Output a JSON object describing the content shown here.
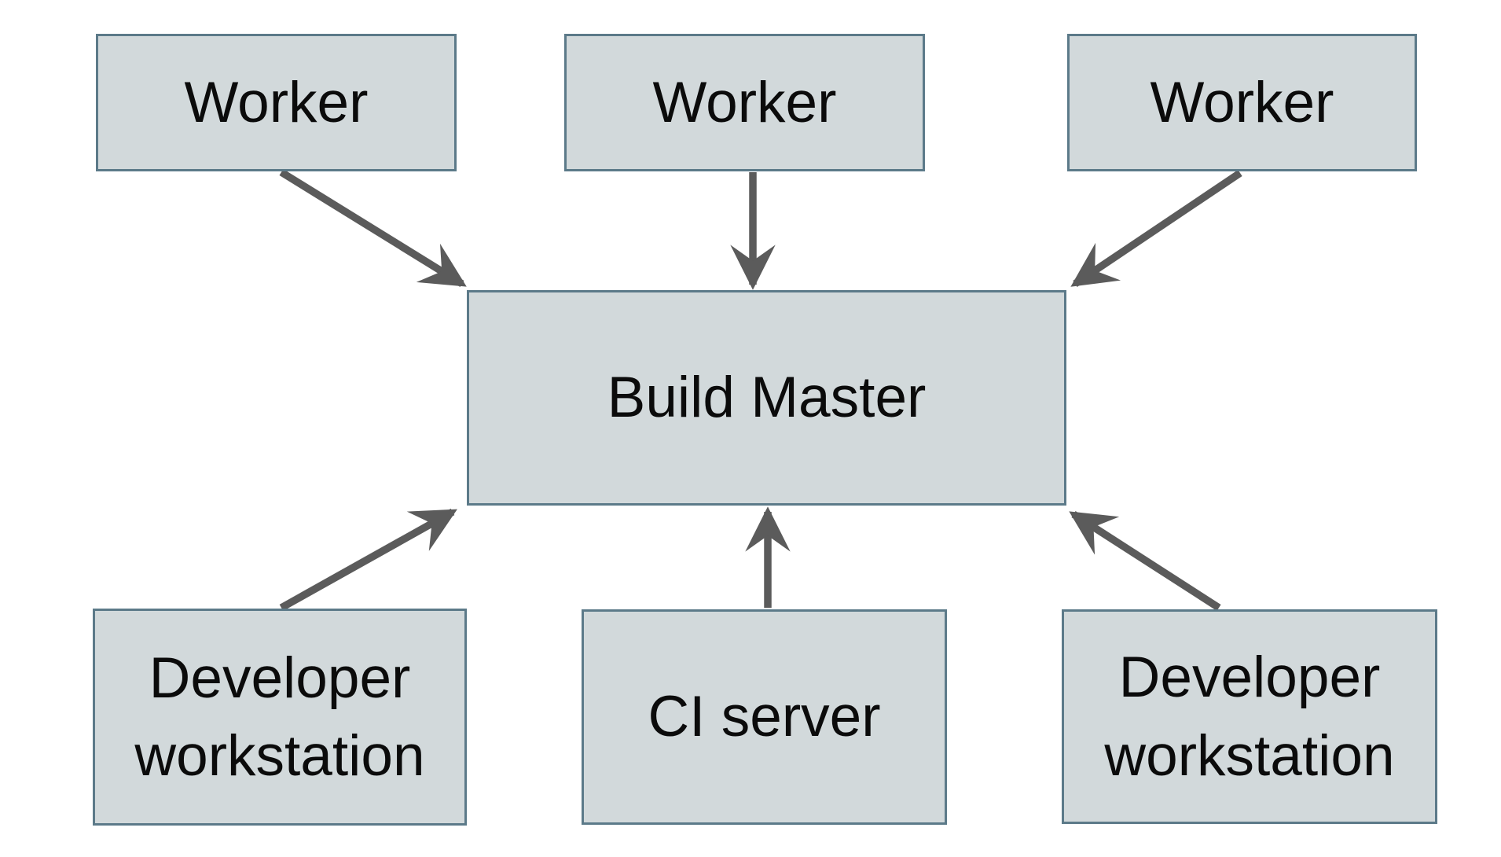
{
  "background": "#ffffff",
  "colors": {
    "node_fill": "#d2d9db",
    "node_border": "#5c7a89",
    "arrow": "#5b5b5b",
    "text": "#0b0b0b"
  },
  "nodes": [
    {
      "id": "worker-1",
      "label": "Worker"
    },
    {
      "id": "worker-2",
      "label": "Worker"
    },
    {
      "id": "worker-3",
      "label": "Worker"
    },
    {
      "id": "build-master",
      "label": "Build Master"
    },
    {
      "id": "developer-workstation-left",
      "label": "Developer workstation"
    },
    {
      "id": "ci-server",
      "label": "CI server"
    },
    {
      "id": "developer-workstation-right",
      "label": "Developer workstation"
    }
  ],
  "edges": [
    {
      "from": "worker-1",
      "to": "build-master"
    },
    {
      "from": "worker-2",
      "to": "build-master"
    },
    {
      "from": "worker-3",
      "to": "build-master"
    },
    {
      "from": "developer-workstation-left",
      "to": "build-master"
    },
    {
      "from": "ci-server",
      "to": "build-master"
    },
    {
      "from": "developer-workstation-right",
      "to": "build-master"
    }
  ]
}
